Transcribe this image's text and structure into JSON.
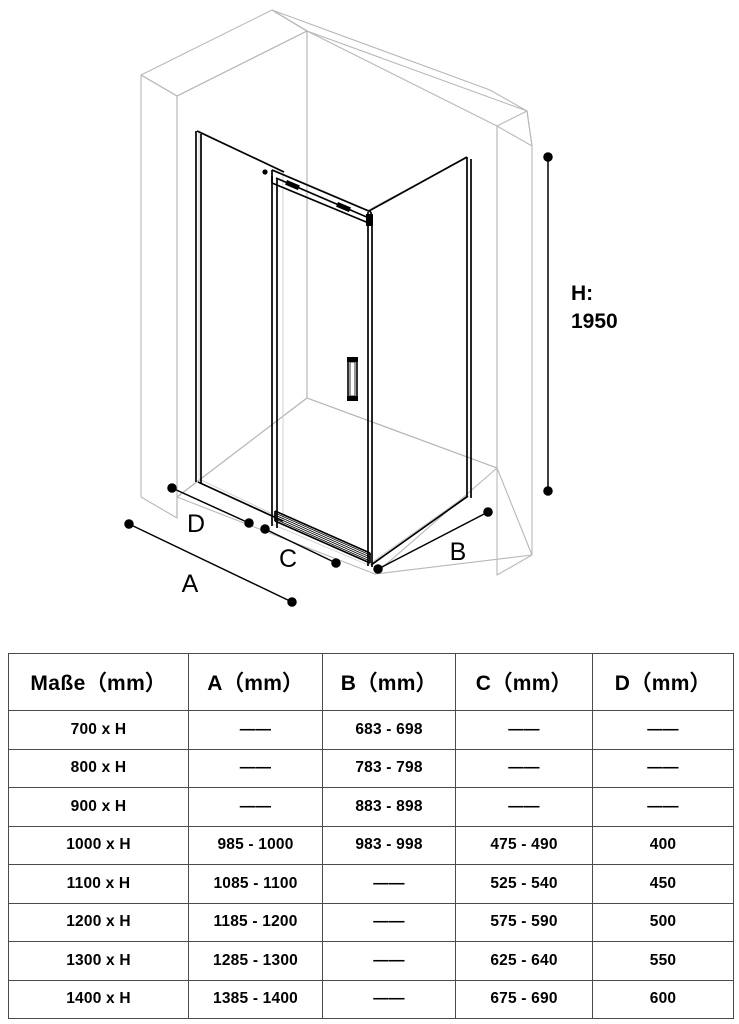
{
  "drawing": {
    "title": "shower-enclosure-isometric",
    "height_label_line1": "H:",
    "height_label_line2": "1950",
    "dimension_letters": {
      "a": "A",
      "b": "B",
      "c": "C",
      "d": "D"
    }
  },
  "table": {
    "columns": [
      "Maße（mm）",
      "A（mm）",
      "B（mm）",
      "C（mm）",
      "D（mm）"
    ],
    "rows": [
      {
        "size": "700 x H",
        "a": "——",
        "b": "683 - 698",
        "c": "——",
        "d": "——"
      },
      {
        "size": "800 x H",
        "a": "——",
        "b": "783 - 798",
        "c": "——",
        "d": "——"
      },
      {
        "size": "900 x H",
        "a": "——",
        "b": "883 - 898",
        "c": "——",
        "d": "——"
      },
      {
        "size": "1000 x H",
        "a": "985 - 1000",
        "b": "983 - 998",
        "c": "475 - 490",
        "d": "400"
      },
      {
        "size": "1100 x H",
        "a": "1085 - 1100",
        "b": "——",
        "c": "525 - 540",
        "d": "450"
      },
      {
        "size": "1200 x H",
        "a": "1185 - 1200",
        "b": "——",
        "c": "575 - 590",
        "d": "500"
      },
      {
        "size": "1300 x H",
        "a": "1285 - 1300",
        "b": "——",
        "c": "625 - 640",
        "d": "550"
      },
      {
        "size": "1400 x  H",
        "a": "1385 - 1400",
        "b": "——",
        "c": "675 - 690",
        "d": "600"
      }
    ]
  },
  "colors": {
    "line_dark": "#000000",
    "line_light": "#b8b8b8",
    "table_border": "#4a4a4a",
    "background": "#ffffff"
  }
}
